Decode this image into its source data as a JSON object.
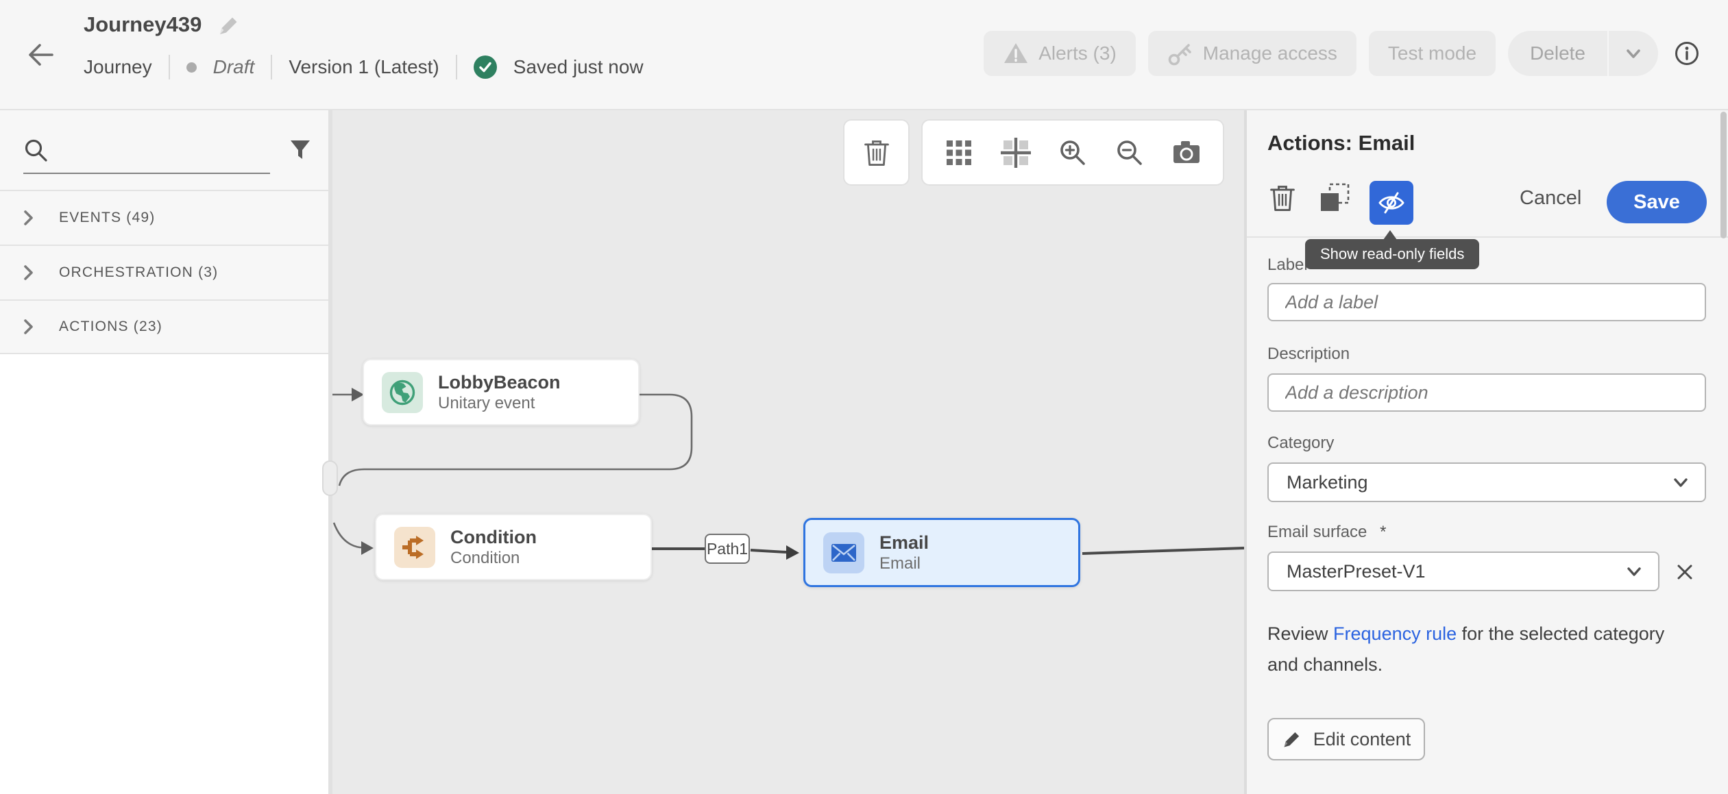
{
  "colors": {
    "accent_blue": "#3168d8",
    "save_blue": "#3a6fd6",
    "selected_node_border": "#2e74e0",
    "selected_node_bg": "#e4f0fd",
    "status_green": "#2e8060",
    "link_blue": "#2b63e0",
    "event_icon_bg": "#d7eadf",
    "event_icon_fg": "#3fa078",
    "condition_icon_bg": "#f5e3cd",
    "condition_icon_fg": "#bb6d26",
    "email_icon_bg": "#bdd3f4",
    "email_icon_fg": "#2d66c9",
    "canvas_bg": "#eaeaea",
    "panel_bg": "#f5f5f5",
    "tooltip_bg": "#505050"
  },
  "header": {
    "title": "Journey439",
    "type_label": "Journey",
    "status": "Draft",
    "version": "Version 1 (Latest)",
    "saved": "Saved just now",
    "alerts_label": "Alerts (3)",
    "manage_access_label": "Manage access",
    "test_mode_label": "Test mode",
    "delete_label": "Delete",
    "icons": [
      "back-arrow-icon",
      "edit-pencil-icon",
      "check-circle-icon",
      "warning-icon",
      "key-icon",
      "chevron-down-icon",
      "info-icon"
    ]
  },
  "sidebar": {
    "search_placeholder": "",
    "sections": [
      {
        "label": "EVENTS (49)"
      },
      {
        "label": "ORCHESTRATION (3)"
      },
      {
        "label": "ACTIONS (23)"
      }
    ],
    "icons": [
      "search-icon",
      "filter-icon",
      "chevron-right-icon"
    ]
  },
  "canvas": {
    "toolbar": [
      "delete-node",
      "grid-view",
      "align-center",
      "zoom-in",
      "zoom-out",
      "snapshot"
    ],
    "nodes": [
      {
        "title": "LobbyBeacon",
        "subtitle": "Unitary event",
        "icon": "globe-icon"
      },
      {
        "title": "Condition",
        "subtitle": "Condition",
        "icon": "branch-icon"
      },
      {
        "title": "Email",
        "subtitle": "Email",
        "icon": "envelope-icon",
        "selected": true
      }
    ],
    "path_label": "Path1"
  },
  "panel": {
    "title": "Actions: Email",
    "tooltip": "Show read-only fields",
    "cancel_label": "Cancel",
    "save_label": "Save",
    "toolbar_icons": [
      "trash-icon",
      "duplicate-icon",
      "eye-off-icon"
    ],
    "fields": {
      "label": {
        "label": "Label",
        "placeholder": "Add a label",
        "value": ""
      },
      "description": {
        "label": "Description",
        "placeholder": "Add a description",
        "value": ""
      },
      "category": {
        "label": "Category",
        "value": "Marketing"
      },
      "email_surface": {
        "label": "Email surface",
        "required": "*",
        "value": "MasterPreset-V1"
      }
    },
    "note": {
      "prefix": "Review ",
      "link": "Frequency rule",
      "suffix": " for the selected category and channels."
    },
    "edit_content_label": "Edit content"
  }
}
